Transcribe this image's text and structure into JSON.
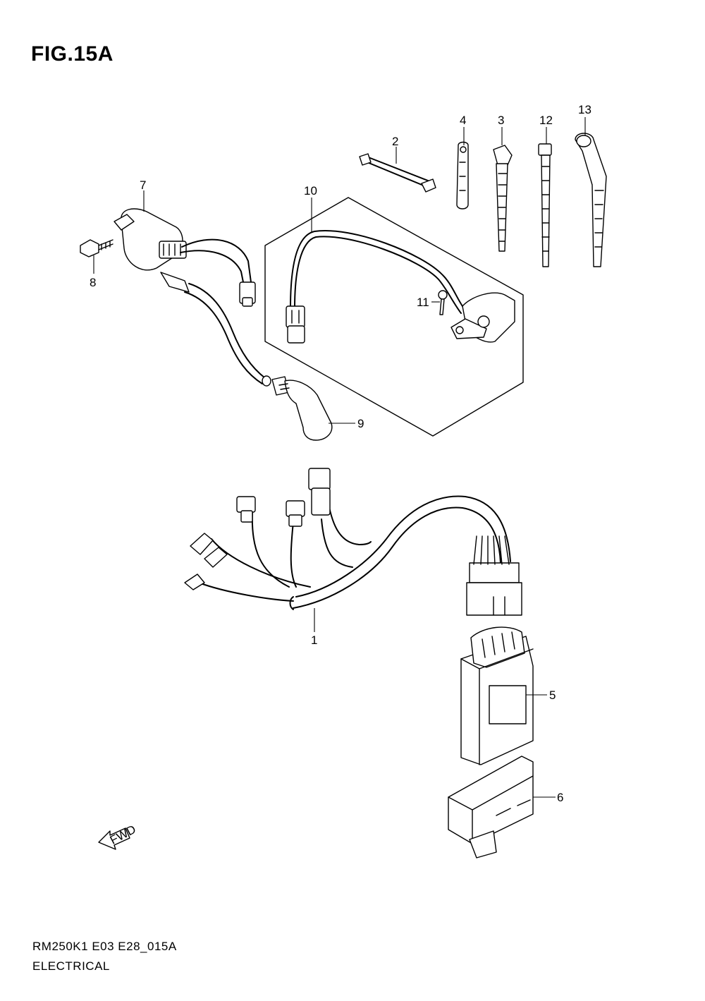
{
  "figure": {
    "title": "FIG.15A",
    "model_code": "RM250K1 E03 E28_015A",
    "section": "ELECTRICAL",
    "fwd_label": "FWD"
  },
  "callouts": [
    "1",
    "2",
    "3",
    "4",
    "5",
    "6",
    "7",
    "8",
    "9",
    "10",
    "11",
    "12",
    "13"
  ]
}
